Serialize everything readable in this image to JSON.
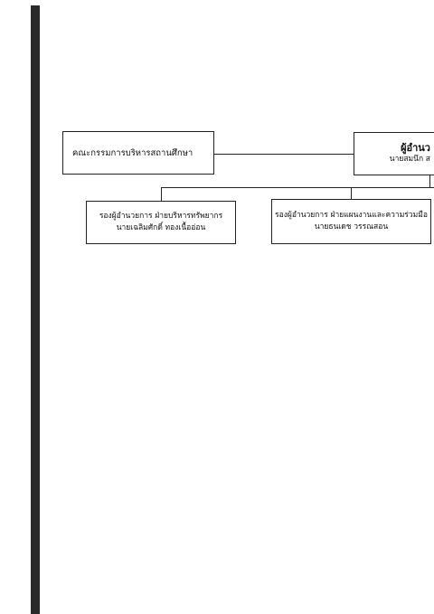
{
  "chart": {
    "board": "คณะกรรมการบริหารสถานศึกษา",
    "director": {
      "title": "ผู้อำนว",
      "name": "นายสมนึก ส"
    },
    "deputies": [
      {
        "title": "รองผู้อำนวยการ ฝ่ายบริหารทรัพยากร",
        "name": "นายเฉลิมศักดิ์ ทองเนื้ออ่อน"
      },
      {
        "title": "รองผู้อำนวยการ ฝ่ายแผนงานและความร่วมมือ",
        "name": "นายธนเดช วรรณสอน"
      }
    ]
  }
}
